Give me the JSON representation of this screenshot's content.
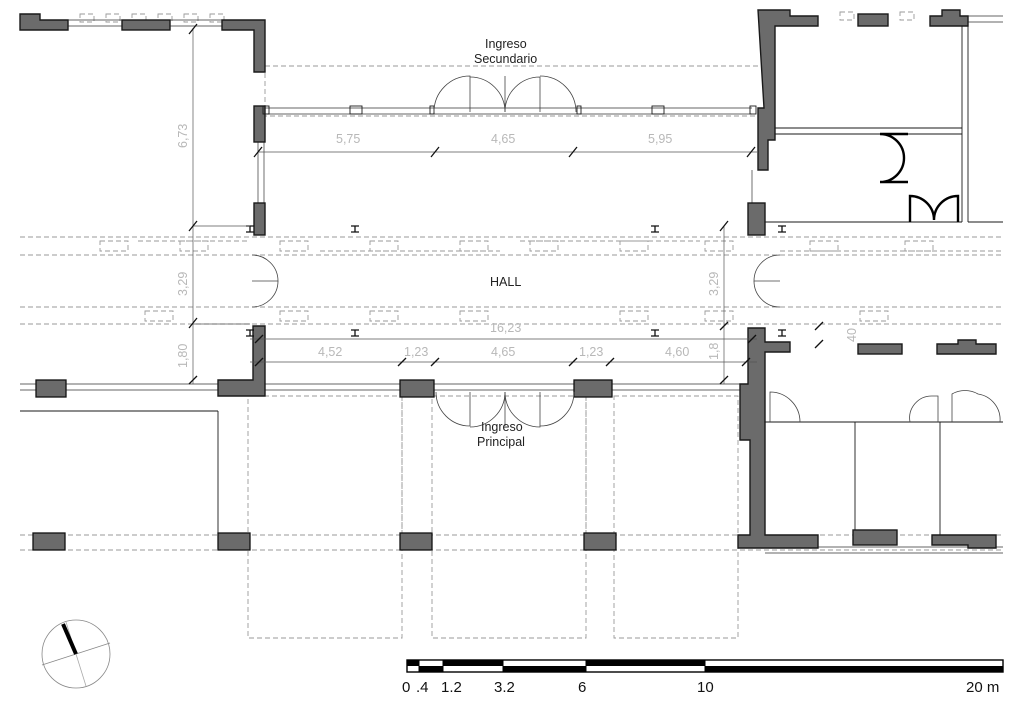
{
  "labels": {
    "hall": "HALL",
    "secondary_entry": [
      "Ingreso",
      "Secundario"
    ],
    "main_entry": [
      "Ingreso",
      "Principal"
    ]
  },
  "dimensions": {
    "top_segments": [
      "5,75",
      "4,65",
      "5,95"
    ],
    "bottom_segments": [
      "4,52",
      "1,23",
      "4,65",
      "1,23",
      "4,60"
    ],
    "total_width": "16,23",
    "left_vertical": [
      "6,73",
      "3,29",
      "1,80"
    ],
    "right_vertical": [
      "3,29",
      "1,8"
    ],
    "right_small": "40"
  },
  "scale_bar": {
    "ticks": [
      "0",
      ".4",
      "1.2",
      "3.2",
      "6",
      "10",
      "20 m"
    ]
  },
  "colors": {
    "wall_fill": "#6b6b6b",
    "line": "#1a1a1a",
    "dimension_text": "#b8b8b8"
  }
}
